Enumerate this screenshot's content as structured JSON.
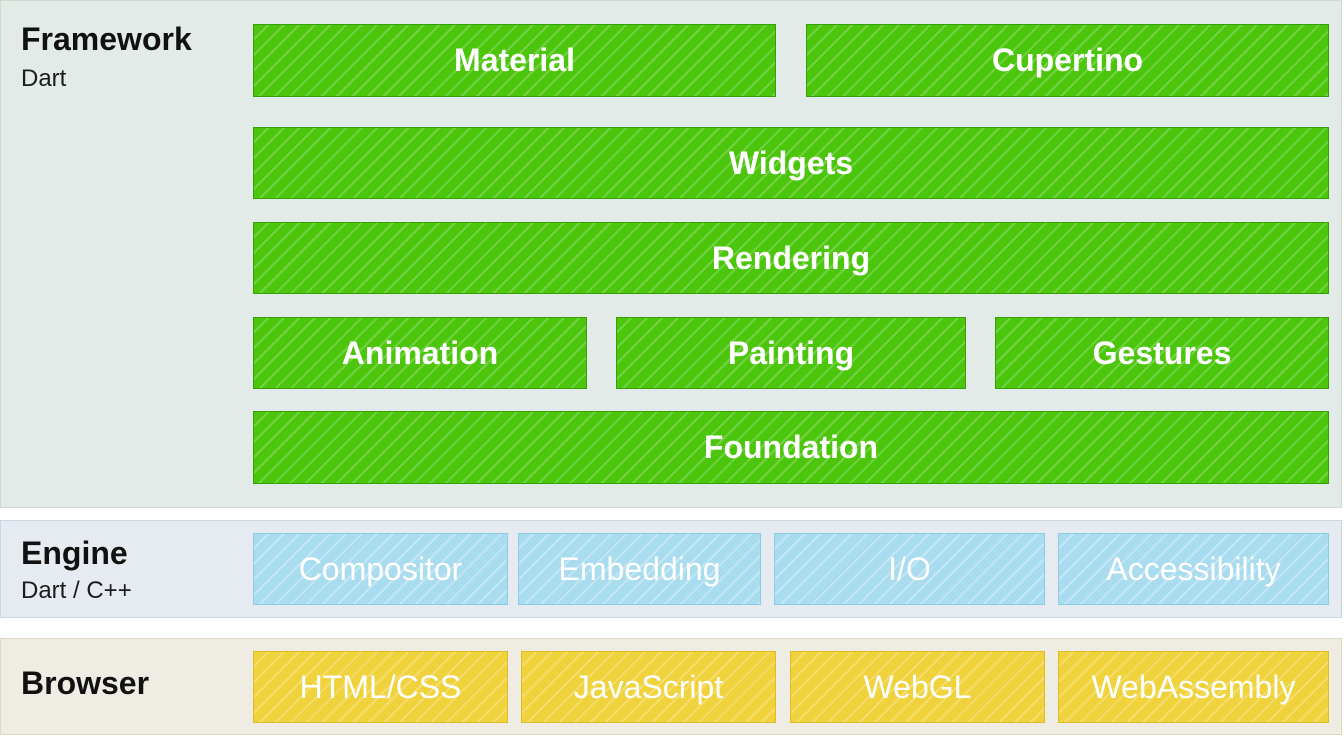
{
  "framework": {
    "title": "Framework",
    "subtitle": "Dart",
    "blocks": {
      "material": "Material",
      "cupertino": "Cupertino",
      "widgets": "Widgets",
      "rendering": "Rendering",
      "animation": "Animation",
      "painting": "Painting",
      "gestures": "Gestures",
      "foundation": "Foundation"
    },
    "color": "#4cc60d"
  },
  "engine": {
    "title": "Engine",
    "subtitle": "Dart / C++",
    "blocks": {
      "compositor": "Compositor",
      "embedding": "Embedding",
      "io": "I/O",
      "accessibility": "Accessibility"
    },
    "color": "#a9dcef"
  },
  "browser": {
    "title": "Browser",
    "blocks": {
      "html_css": "HTML/CSS",
      "javascript": "JavaScript",
      "webgl": "WebGL",
      "webassembly": "WebAssembly"
    },
    "color": "#f0d23c"
  }
}
